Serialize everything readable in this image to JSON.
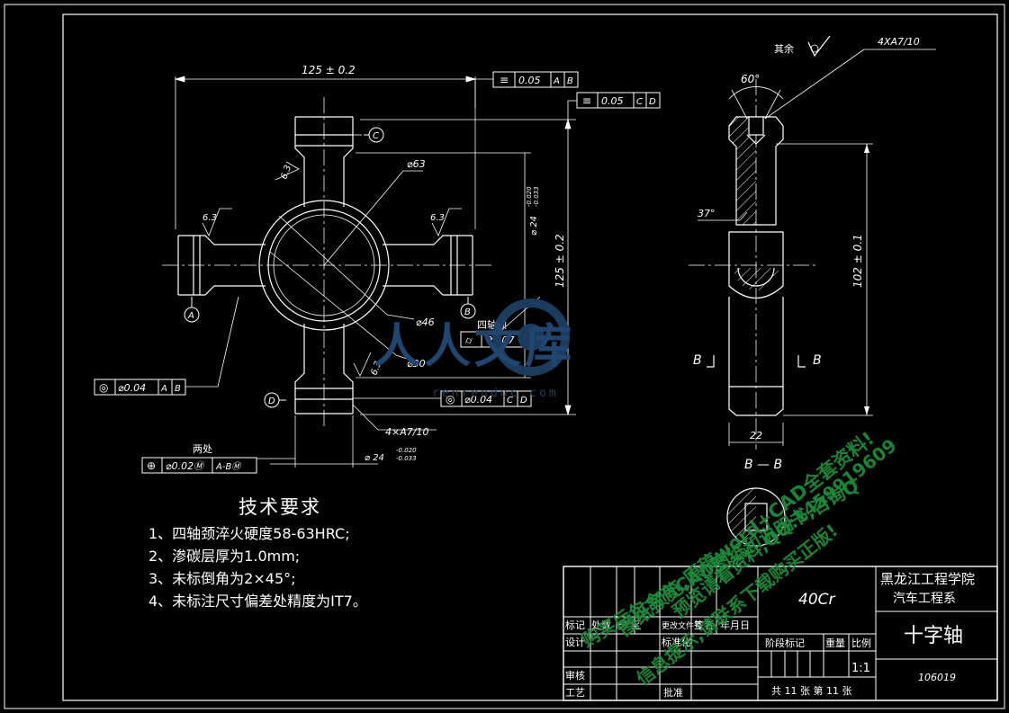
{
  "dimensions": {
    "width_top": "125 ± 0.2",
    "height_right": "125 ± 0.2",
    "dia_outer": "⌀63",
    "dia_inner": "⌀46",
    "dia_bore": "⌀30",
    "journal_dia": "⌀ 24",
    "journal_tol_upper": "-0.020",
    "journal_tol_lower": "-0.033",
    "rough_63": "6.3",
    "thread": "4×A7/10",
    "side_angle_top": "60°",
    "side_angle_left": "37°",
    "side_height": "102 ± 0.1",
    "side_width": "22",
    "section_label": "B",
    "section_title": "B — B",
    "label_a": "A",
    "label_b": "B",
    "label_c": "C",
    "label_d": "D"
  },
  "tolerance_frames": {
    "sym_ab": {
      "sym": "≡",
      "val": "0.05",
      "ref1": "A",
      "ref2": "B"
    },
    "sym_cd": {
      "sym": "≡",
      "val": "0.05",
      "ref1": "C",
      "ref2": "D"
    },
    "coax_ab": {
      "sym": "◎",
      "val": "⌀0.04",
      "ref1": "A",
      "ref2": "B"
    },
    "coax_cd": {
      "sym": "◎",
      "val": "⌀0.04",
      "ref1": "C",
      "ref2": "D"
    },
    "cyl": {
      "label": "四轴颈",
      "sym": "⌭",
      "val": "0.007"
    },
    "pos": {
      "label": "两处",
      "sym": "⊕",
      "val": "⌀0.02Ⓜ",
      "ref": "A-BⓂ"
    }
  },
  "surface_note": {
    "label": "其余",
    "thread_note": "4XA7/10"
  },
  "requirements": {
    "title": "技术要求",
    "items": [
      "1、四轴颈淬火硬度58-63HRC;",
      "2、渗碳层厚为1.0mm;",
      "3、未标倒角为2×45°;",
      "4、未标注尺寸偏差处精度为IT7。"
    ]
  },
  "title_block": {
    "material": "40Cr",
    "school": "黑龙江工程学院",
    "dept": "汽车工程系",
    "part_name": "十字轴",
    "drawing_no": "106019",
    "scale": "1:1",
    "h_mark": "标记",
    "h_count": "处数",
    "h_zone": "分 区",
    "h_doc": "更改文件号",
    "h_sign": "签名",
    "h_date": "年月日",
    "design": "设计",
    "standard": "标准化",
    "stage": "阶段标记",
    "weight": "重量",
    "ratio": "比例",
    "review": "审核",
    "process": "工艺",
    "approve": "批准",
    "sheets": "共 11 张  第 11 张"
  },
  "watermark": {
    "logo": "人人文库",
    "url": "renrendoc.com",
    "line1": "购买后包含有CAD图纸和说明书,咨询Q",
    "line2": "图纸预览,原稿word+CAD全套资料!",
    "line3": "预览请看资料,QQ:1459919609",
    "line4": "信息提示,请联系下载购买正版!"
  },
  "colors": {
    "background": "#000000",
    "lines": "#ffffff",
    "watermark": "#1e8a3c",
    "logo": "#20456e"
  }
}
